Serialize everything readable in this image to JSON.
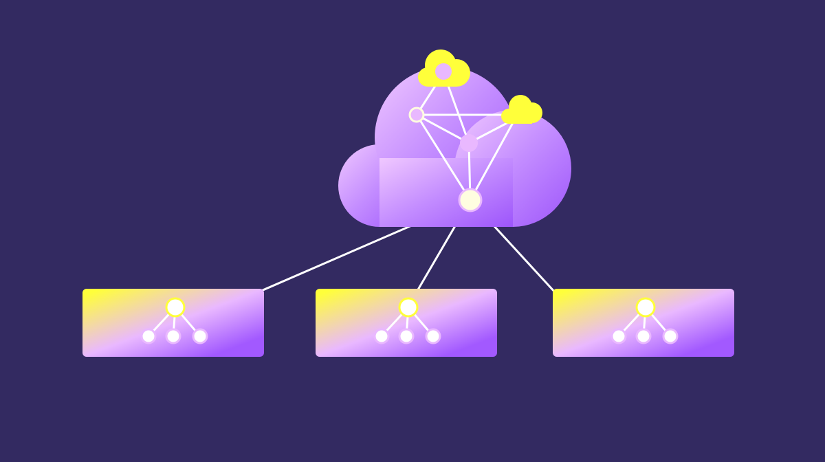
{
  "colors": {
    "background": "#332a61",
    "cloud_light": "#e6b3ff",
    "cloud_dark": "#9d55fb",
    "accent_yellow": "#ffff3a",
    "node_pink": "#e9b8ff",
    "node_white": "#ffffff",
    "hub_fill": "#fffde0"
  },
  "diagram": {
    "central_cloud": {
      "icon": "cloud-network-icon",
      "nodes": 5
    },
    "sub_clouds": [
      "cloud-icon",
      "cloud-icon"
    ],
    "boxes": [
      {
        "icon": "hierarchy-icon",
        "children": 3
      },
      {
        "icon": "hierarchy-icon",
        "children": 3
      },
      {
        "icon": "hierarchy-icon",
        "children": 3
      }
    ]
  }
}
